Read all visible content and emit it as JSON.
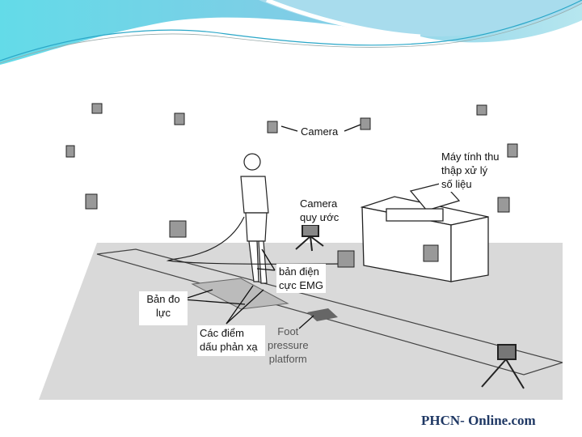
{
  "diagram": {
    "labels": {
      "camera": "Camera",
      "computer": [
        "Máy tính thu",
        "thập xử lý",
        "số liệu"
      ],
      "reference_camera": [
        "Camera",
        "quy ước"
      ],
      "emg": [
        "bản điện",
        "cực EMG"
      ],
      "force_plate": [
        "Bản đo",
        "lực"
      ],
      "markers": [
        "Các điểm",
        "dấu phản xạ"
      ],
      "foot_pressure": [
        "Foot",
        "pressure",
        "platform"
      ]
    }
  },
  "footer": {
    "site": "PHCN- Online.com"
  },
  "colors": {
    "wave_light": "#8fd8ea",
    "wave_dark": "#4fc3e0",
    "footer": "#1f3864",
    "floor": "#d9d9d9"
  }
}
